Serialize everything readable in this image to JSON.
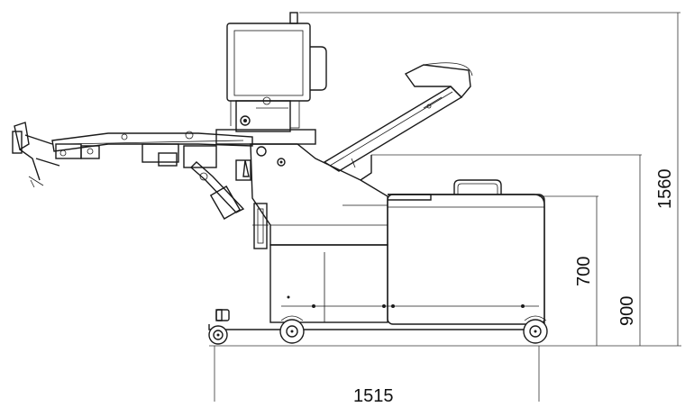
{
  "dimensions": {
    "width_label": "1515",
    "height_total_label": "1560",
    "height_seat_label": "900",
    "height_cart_label": "700"
  },
  "colors": {
    "line": "#1a1a1a",
    "background": "#ffffff"
  }
}
